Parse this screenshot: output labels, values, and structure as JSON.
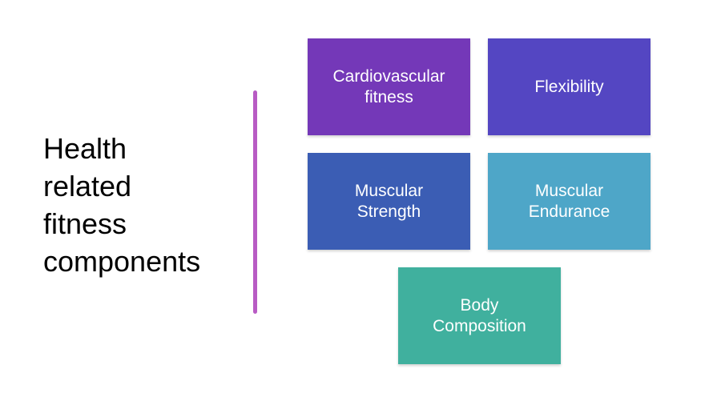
{
  "title": {
    "lines": [
      "Health",
      "related",
      "fitness",
      "components"
    ]
  },
  "colors": {
    "divider": "#b85bc4",
    "cardio": "#7438b8",
    "flexibility": "#5446c2",
    "strength": "#3b5db4",
    "endurance": "#4ea6c8",
    "body": "#40b09e"
  },
  "components": {
    "cardio": {
      "line1": "Cardiovascular",
      "line2": "fitness"
    },
    "flexibility": {
      "line1": "Flexibility"
    },
    "strength": {
      "line1": "Muscular",
      "line2": "Strength"
    },
    "endurance": {
      "line1": "Muscular",
      "line2": "Endurance"
    },
    "body": {
      "line1": "Body",
      "line2": "Composition"
    }
  }
}
